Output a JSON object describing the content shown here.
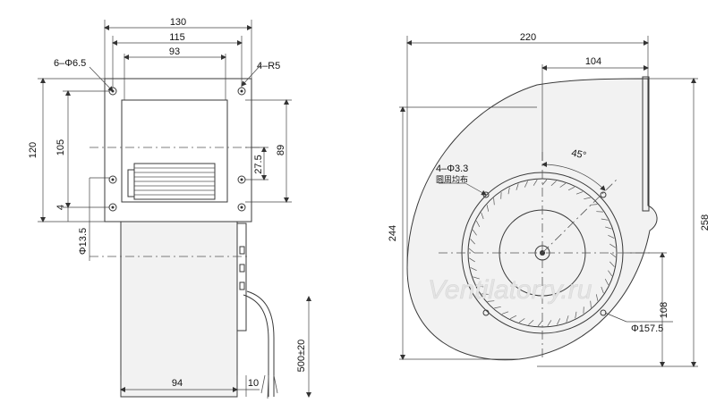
{
  "dimensions": {
    "w130": "130",
    "w115": "115",
    "w93": "93",
    "holes_6": "6–Φ6.5",
    "radius_4": "4–R5",
    "h120": "120",
    "h105": "105",
    "h89": "89",
    "h27_5": "27.5",
    "h4": "4",
    "d13_5": "Φ13.5",
    "w94": "94",
    "w10": "10",
    "cable": "500±20",
    "w220": "220",
    "w104": "104",
    "angle45": "45°",
    "holes_3_3": "4–Φ3.3",
    "holes_note": "圆周均布",
    "h244": "244",
    "h258": "258",
    "h108": "108",
    "d157_5": "Φ157.5"
  },
  "watermark": "Ventilatorry.ru"
}
